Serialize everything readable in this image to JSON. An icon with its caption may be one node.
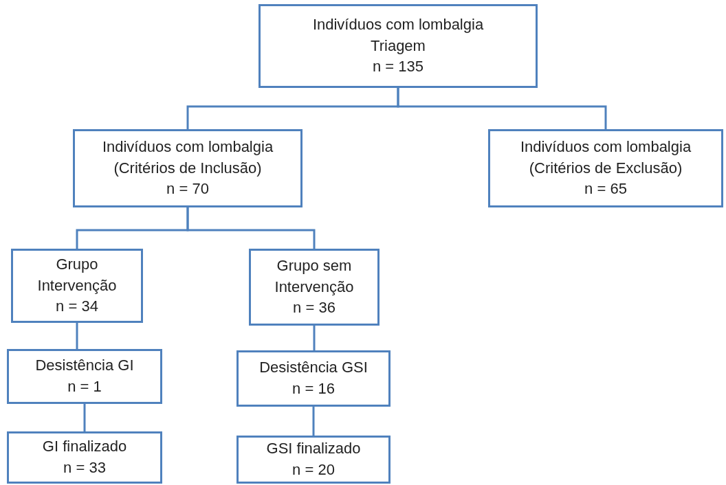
{
  "diagram": {
    "nodes": [
      {
        "text": [
          "Indivíduos com lombalgia",
          "Triagem",
          "n = 135"
        ]
      },
      {
        "text": [
          "Indivíduos com lombalgia",
          "(Critérios de Inclusão)",
          "n = 70"
        ]
      },
      {
        "text": [
          "Indivíduos com lombalgia",
          "(Critérios de Exclusão)",
          "n = 65"
        ]
      },
      {
        "text": [
          "Grupo",
          "Intervenção",
          "n = 34"
        ]
      },
      {
        "text": [
          "Grupo sem",
          "Intervenção",
          "n = 36"
        ]
      },
      {
        "text": [
          "Desistência GI",
          "n = 1"
        ]
      },
      {
        "text": [
          "Desistência GSI",
          "n = 16"
        ]
      },
      {
        "text": [
          "GI finalizado",
          "n = 33"
        ]
      },
      {
        "text": [
          "GSI finalizado",
          "n = 20"
        ]
      }
    ],
    "edges": [
      {
        "from": 0,
        "to": 1,
        "arrow": "none"
      },
      {
        "from": 0,
        "to": 2,
        "arrow": "none"
      },
      {
        "from": 1,
        "to": 3,
        "arrow": "none"
      },
      {
        "from": 1,
        "to": 4,
        "arrow": "none"
      },
      {
        "from": 3,
        "to": 5,
        "arrow": "none"
      },
      {
        "from": 5,
        "to": 7,
        "arrow": "none"
      },
      {
        "from": 4,
        "to": 6,
        "arrow": "none"
      },
      {
        "from": 6,
        "to": 8,
        "arrow": "none"
      }
    ]
  }
}
